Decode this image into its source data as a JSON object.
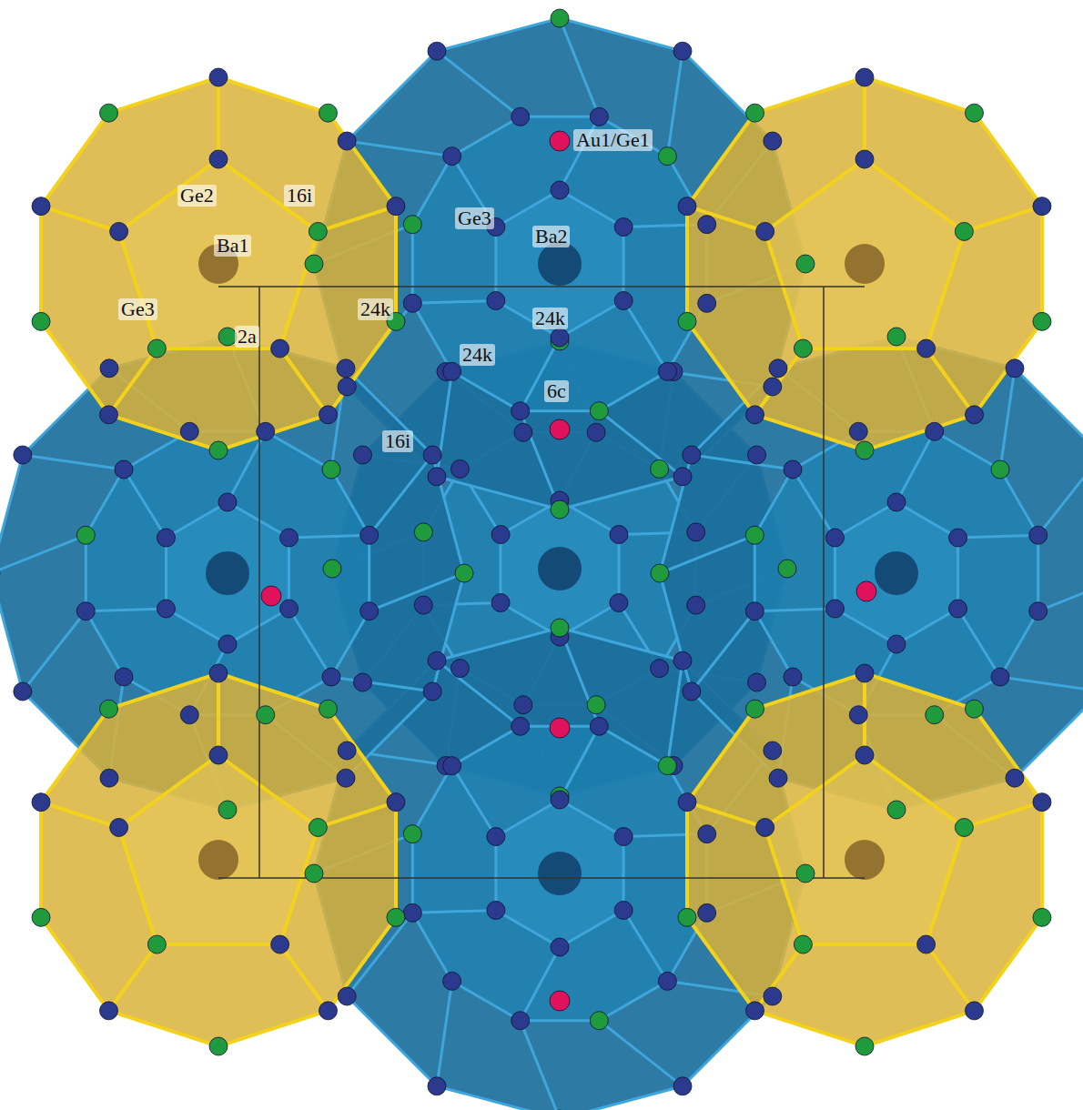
{
  "diagram": {
    "labels": [
      "Au1/Ge1",
      "Ge2",
      "16i",
      "Ge3",
      "Ba2",
      "Ba1",
      "Ge3",
      "24k",
      "2a",
      "24k",
      "24k",
      "6c",
      "16i"
    ]
  }
}
